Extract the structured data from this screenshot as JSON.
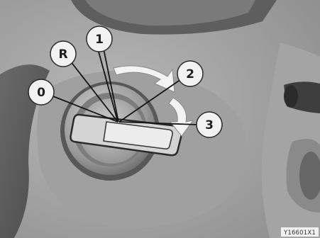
{
  "positions": [
    {
      "id": "p0",
      "label": "0"
    },
    {
      "id": "pR",
      "label": "R"
    },
    {
      "id": "p1",
      "label": "1"
    },
    {
      "id": "p2",
      "label": "2"
    },
    {
      "id": "p3",
      "label": "3"
    }
  ],
  "reference_code": "Y16601X1",
  "colors": {
    "background": "#aaaaaa",
    "callout_fill": "#f2f2f2",
    "leader_line": "#151515",
    "arrow_fill": "#f3f3f3"
  },
  "icons": [
    "ignition-lock-cylinder-icon",
    "key-icon",
    "rotation-arrow-icon"
  ]
}
